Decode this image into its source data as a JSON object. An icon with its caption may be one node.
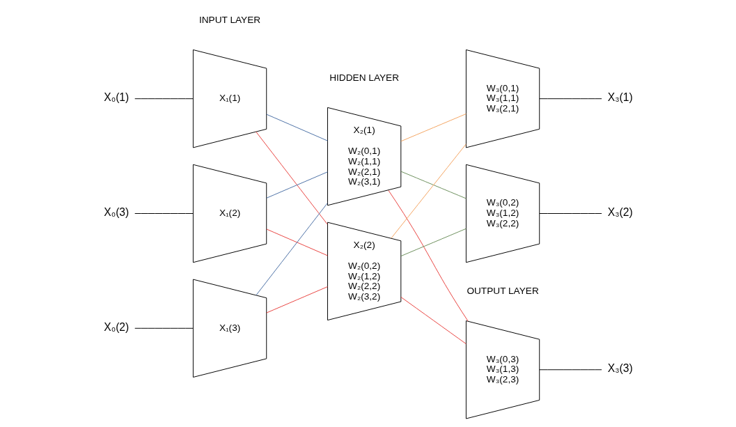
{
  "diagram": {
    "nodes": [
      {
        "text": [
          "X₀(1)"
        ]
      },
      {
        "text": [
          "X₀(3)"
        ]
      },
      {
        "text": [
          "X₀(2)"
        ]
      },
      {
        "text": [
          "X₁(1)"
        ]
      },
      {
        "text": [
          "X₁(2)"
        ]
      },
      {
        "text": [
          "X₁(3)"
        ]
      },
      {
        "text": [
          "X₂(1)",
          "W₂(0,1) W₂(1,1) W₂(2,1) W₂(3,1)"
        ]
      },
      {
        "text": [
          "X₂(2)",
          "W₂(0,2) W₂(1,2) W₂(2,2) W₂(3,2)"
        ]
      },
      {
        "text": [
          "W₃(0,1) W₃(1,1) W₃(2,1)"
        ]
      },
      {
        "text": [
          "W₃(0,2) W₃(1,2) W₃(2,2)"
        ]
      },
      {
        "text": [
          "W₃(0,3) W₃(1,3) W₃(2,3)"
        ]
      },
      {
        "text": [
          "X₃(1)"
        ]
      },
      {
        "text": [
          "X₃(2)"
        ]
      },
      {
        "text": [
          "X₃(3)"
        ]
      }
    ],
    "edges": [
      {
        "from": 0,
        "to": 3,
        "arrow": "none"
      },
      {
        "from": 1,
        "to": 4,
        "arrow": "none"
      },
      {
        "from": 2,
        "to": 5,
        "arrow": "none"
      },
      {
        "from": 3,
        "to": 6,
        "arrow": "none",
        "color": "#4a6fa5"
      },
      {
        "from": 3,
        "to": 7,
        "arrow": "none",
        "color": "#e8423f"
      },
      {
        "from": 4,
        "to": 6,
        "arrow": "none",
        "color": "#4a6fa5"
      },
      {
        "from": 4,
        "to": 7,
        "arrow": "none",
        "color": "#e8423f"
      },
      {
        "from": 5,
        "to": 6,
        "arrow": "none",
        "color": "#4a6fa5"
      },
      {
        "from": 5,
        "to": 7,
        "arrow": "none",
        "color": "#e8423f"
      },
      {
        "from": 6,
        "to": 8,
        "arrow": "none",
        "color": "#f4a460"
      },
      {
        "from": 6,
        "to": 9,
        "arrow": "none",
        "color": "#6b8e5a"
      },
      {
        "from": 6,
        "to": 10,
        "arrow": "none",
        "color": "#e8423f"
      },
      {
        "from": 7,
        "to": 8,
        "arrow": "none",
        "color": "#f4a460"
      },
      {
        "from": 7,
        "to": 9,
        "arrow": "none",
        "color": "#6b8e5a"
      },
      {
        "from": 7,
        "to": 10,
        "arrow": "none",
        "color": "#e8423f"
      },
      {
        "from": 8,
        "to": 11,
        "arrow": "none"
      },
      {
        "from": 9,
        "to": 12,
        "arrow": "none"
      },
      {
        "from": 10,
        "to": 13,
        "arrow": "none"
      }
    ],
    "labels": [
      "HIDDEN LAYER",
      "INPUT LAYER",
      "OUTPUT LAYER"
    ]
  }
}
